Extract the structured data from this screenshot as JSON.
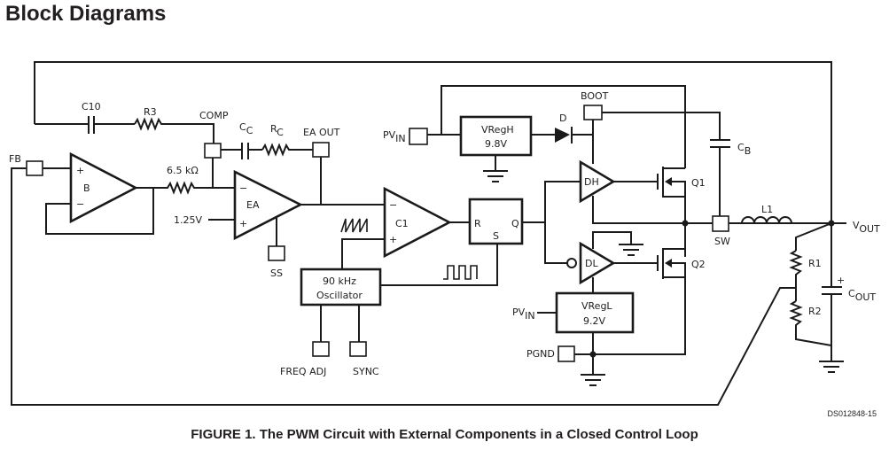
{
  "page": {
    "heading": "Block Diagrams",
    "caption": "FIGURE 1. The PWM Circuit with External Components in a Closed Control Loop",
    "doc_id": "DS012848-15"
  },
  "labels": {
    "c10": "C10",
    "r3": "R3",
    "comp": "COMP",
    "cc": "C",
    "cc_sub": "C",
    "rc": "R",
    "rc_sub": "C",
    "ea_out": "EA OUT",
    "fb": "FB",
    "amp_b": "B",
    "res_6k5": "6.5 kΩ",
    "ea": "EA",
    "vref": "1.25V",
    "ss": "SS",
    "c1": "C1",
    "latch_r": "R",
    "latch_q": "Q",
    "latch_s": "S",
    "osc_line1": "90 kHz",
    "osc_line2": "Oscillator",
    "freq_adj": "FREQ ADJ",
    "sync": "SYNC",
    "pvin_top": "PV",
    "pvin_top_sub": "IN",
    "vregh_line1": "VRegH",
    "vregh_line2": "9.8V",
    "diode": "D",
    "boot": "BOOT",
    "dh": "DH",
    "q1": "Q1",
    "dl": "DL",
    "q2": "Q2",
    "pvin_bottom": "PV",
    "pvin_bottom_sub": "IN",
    "vregl_line1": "VRegL",
    "vregl_line2": "9.2V",
    "pgnd": "PGND",
    "cb": "C",
    "cb_sub": "B",
    "sw": "SW",
    "l1": "L1",
    "vout": "V",
    "vout_sub": "OUT",
    "r1": "R1",
    "r2": "R2",
    "cout": "C",
    "cout_sub": "OUT",
    "cout_plus": "+",
    "plus": "+",
    "minus": "−"
  }
}
